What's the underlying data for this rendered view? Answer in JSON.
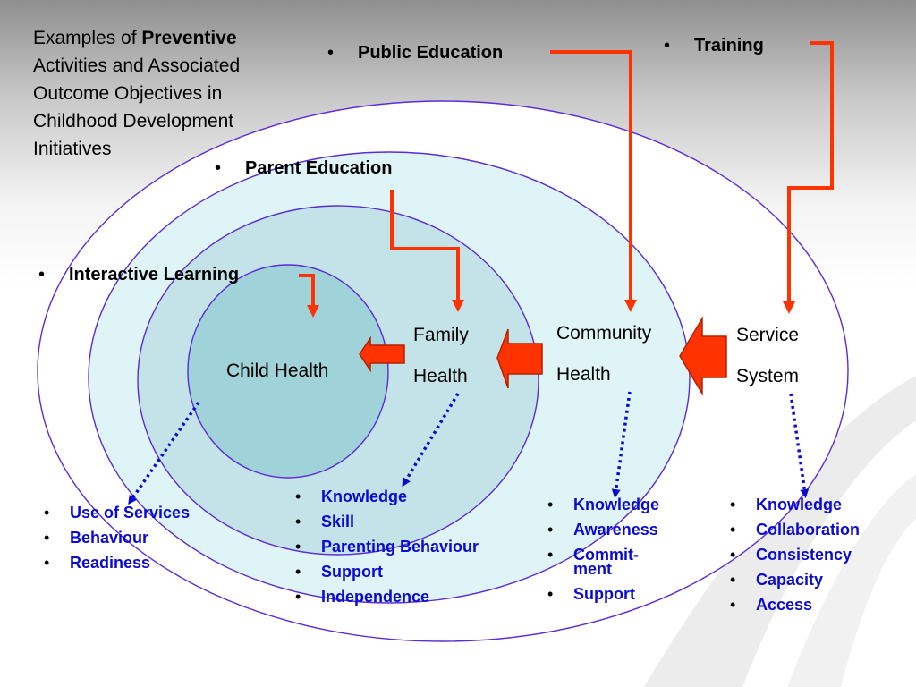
{
  "title": {
    "prefix": "Examples of ",
    "emphasis": "Preventive",
    "rest": " Activities and Associated Outcome Objectives in Childhood Development Initiatives"
  },
  "activities": {
    "public_education": "Public Education",
    "training": "Training",
    "parent_education": "Parent Education",
    "interactive_learning": "Interactive Learning"
  },
  "levels": {
    "child": "Child Health",
    "family_line1": "Family",
    "family_line2": "Health",
    "community_line1": "Community",
    "community_line2": "Health",
    "service_line1": "Service",
    "service_line2": "System"
  },
  "outcomes": {
    "child": [
      "Use of Services",
      "Behaviour",
      "Readiness"
    ],
    "family": [
      "Knowledge",
      "Skill",
      "Parenting Behaviour",
      "Support",
      "Independence"
    ],
    "community": [
      "Knowledge",
      "Awareness",
      "Commit-ment",
      "Support"
    ],
    "service": [
      "Knowledge",
      "Collaboration",
      "Consistency",
      "Capacity",
      "Access"
    ]
  },
  "colors": {
    "ring_outline": "#5b2bd6",
    "inner_ring_fill": "#dff4f6",
    "middle_ring_fill": "#c4e3e8",
    "core_fill": "#9fd3d9",
    "connector": "#ff3300",
    "dotted_arrow": "#0a0ad0",
    "outcome_text": "#0a0ad0"
  }
}
